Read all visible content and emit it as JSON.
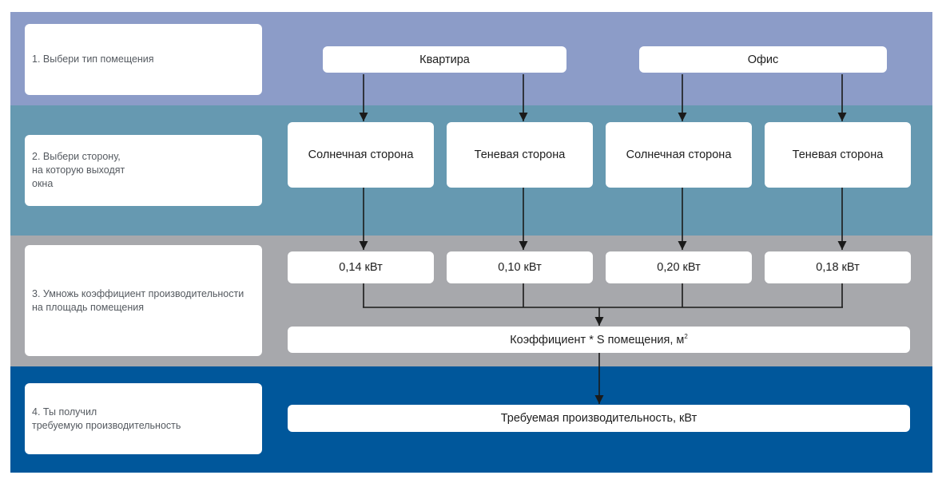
{
  "steps": [
    {
      "lines": [
        "1. Выбери тип помещения"
      ]
    },
    {
      "lines": [
        "2. Выбери сторону,",
        "на которую выходят",
        "окна"
      ]
    },
    {
      "lines": [
        "3. Умножь коэффициент производительности",
        "на площадь помещения"
      ]
    },
    {
      "lines": [
        "4. Ты получил",
        "требуемую производительность"
      ]
    }
  ],
  "room_types": [
    "Квартира",
    "Офис"
  ],
  "sides": [
    "Солнечная сторона",
    "Теневая сторона",
    "Солнечная сторона",
    "Теневая сторона"
  ],
  "coefficients": [
    "0,14 кВт",
    "0,10 кВт",
    "0,20 кВт",
    "0,18 кВт"
  ],
  "formula": {
    "text": "Коэффициент * S помещения, м",
    "superscript": "2"
  },
  "result": "Требуемая производительность, кВт",
  "colors": {
    "band1": "#8c9cc8",
    "band2": "#6699b1",
    "band3": "#a7a8ac",
    "band4": "#00579b",
    "connector": "#1a1a1a"
  }
}
